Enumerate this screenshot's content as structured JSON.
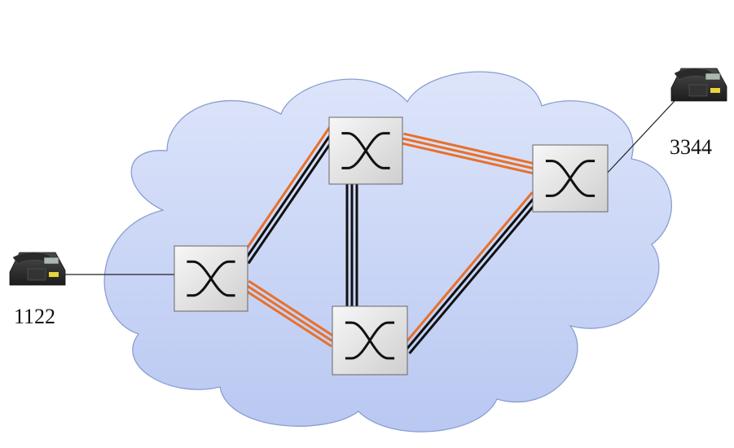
{
  "phones": [
    {
      "id": "phone-left",
      "number": "1122"
    },
    {
      "id": "phone-right",
      "number": "3344"
    }
  ],
  "switches": [
    {
      "id": "switch-a"
    },
    {
      "id": "switch-b"
    },
    {
      "id": "switch-c"
    },
    {
      "id": "switch-d"
    }
  ],
  "trunk_lines": {
    "idle_color": "#111111",
    "active_color": "#e8702a",
    "links": [
      {
        "id": "link-a-b",
        "from": "switch-a",
        "to": "switch-b",
        "lines": [
          "active",
          "idle",
          "idle"
        ]
      },
      {
        "id": "link-b-c",
        "from": "switch-b",
        "to": "switch-c",
        "lines": [
          "active",
          "active",
          "active"
        ]
      },
      {
        "id": "link-a-d",
        "from": "switch-a",
        "to": "switch-d",
        "lines": [
          "active",
          "active",
          "active"
        ]
      },
      {
        "id": "link-b-d",
        "from": "switch-b",
        "to": "switch-d",
        "lines": [
          "idle",
          "idle",
          "idle"
        ]
      },
      {
        "id": "link-d-c",
        "from": "switch-d",
        "to": "switch-c",
        "lines": [
          "active",
          "idle",
          "idle"
        ]
      }
    ]
  },
  "colors": {
    "cloud_fill_top": "#dde5fa",
    "cloud_fill_bottom": "#b9c8f2",
    "cloud_stroke": "#8b9ed0",
    "switch_fill": "#e6e6e6",
    "switch_stroke": "#666666"
  }
}
